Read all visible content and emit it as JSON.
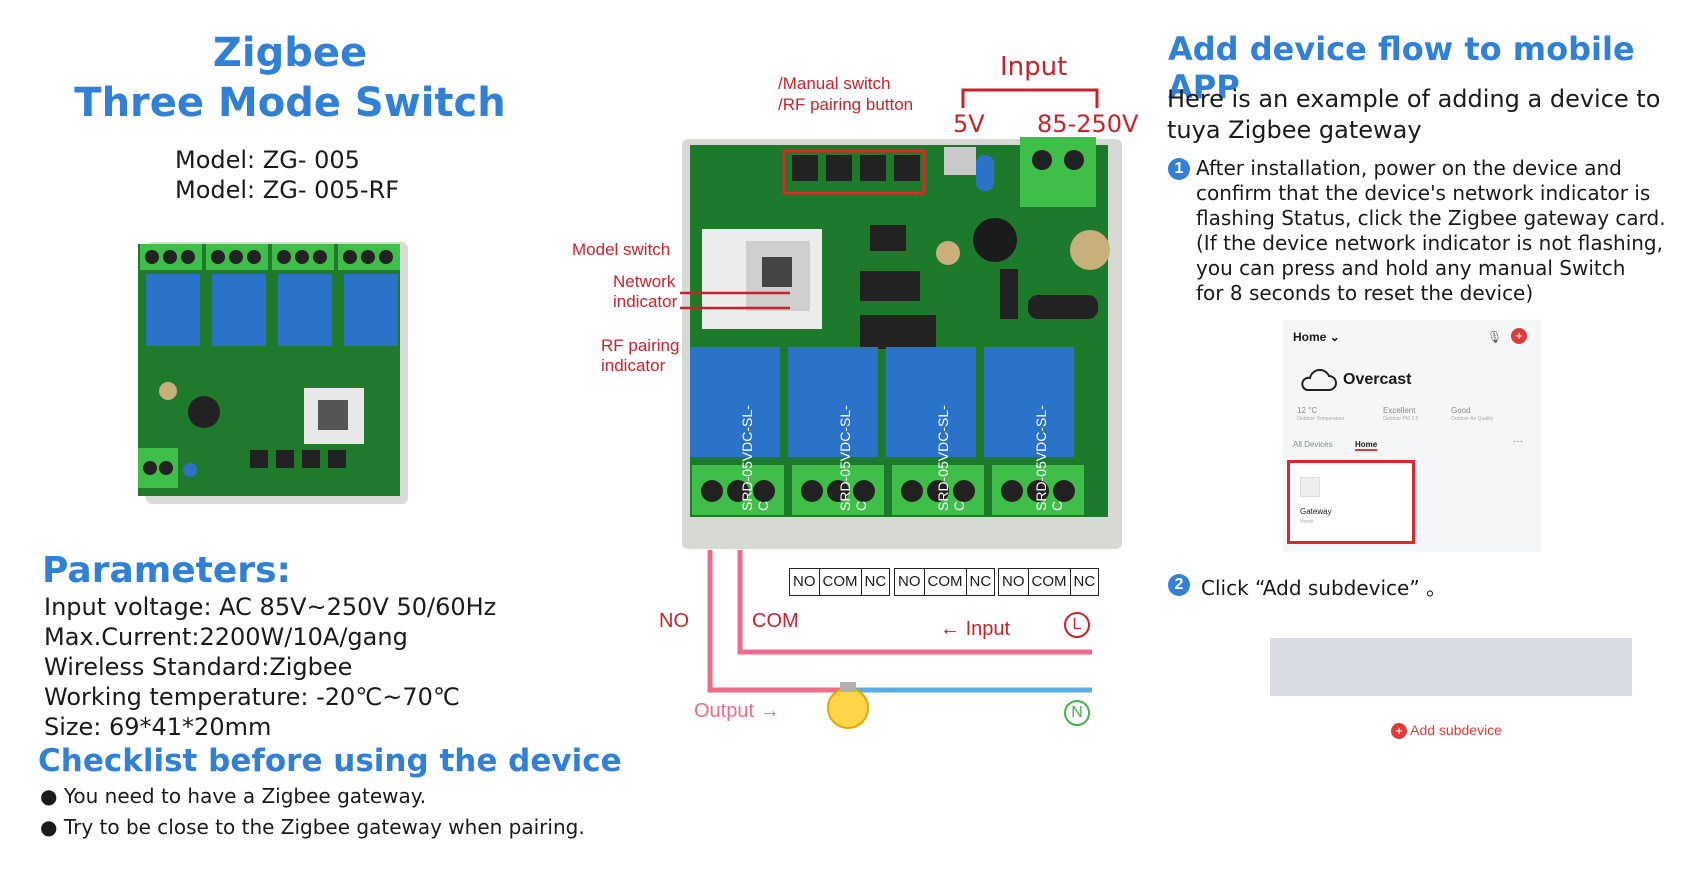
{
  "left": {
    "title_line1": "Zigbee",
    "title_line2": "Three Mode Switch",
    "models": [
      "Model:  ZG- 005",
      "Model:  ZG- 005-RF"
    ],
    "parameters_title": "Parameters:",
    "parameters": [
      "Input voltage:  AC 85V~250V  50/60Hz",
      "Max.Current:2200W/10A/gang",
      "Wireless Standard:Zigbee",
      "Working temperature: -20℃~70℃",
      "Size: 69*41*20mm"
    ],
    "checklist_title": "Checklist before using the device",
    "checklist": [
      "You need to have a Zigbee gateway.",
      "Try to be close to the Zigbee gateway when pairing."
    ]
  },
  "middle": {
    "input_label": "Input",
    "v5_label": "5V",
    "v85_label": "85-250V",
    "manual_switch_label_1": "/Manual switch",
    "manual_switch_label_2": "/RF pairing button",
    "model_switch_label": "Model switch",
    "network_label_1": "Network",
    "network_label_2": "indicator",
    "rf_label_1": "RF pairing",
    "rf_label_2": "indicator",
    "terminals": [
      "NO",
      "COM",
      "NC"
    ],
    "no_label": "NO",
    "com_label": "COM",
    "input_arrow_label": "Input",
    "output_label": "Output",
    "l_label": "L",
    "n_label": "N",
    "relay_text": "SRD-05VDC-SL-C"
  },
  "right": {
    "title": "Add device flow to mobile APP",
    "intro_line1": "Here is an example of adding a device to",
    "intro_line2": "tuya Zigbee gateway",
    "step1_num": "1",
    "step1_lines": [
      "After installation, power on the device and",
      "confirm that the device's network indicator is",
      "flashing Status, click the Zigbee gateway card.",
      "(If the device network indicator is not flashing,",
      "you can press and hold any manual Switch",
      "for 8 seconds to reset the device)"
    ],
    "phone": {
      "home": "Home",
      "weather": "Overcast",
      "temp": "12 °C",
      "temp_sub": "Outdoor Temperature",
      "pm": "Excellent",
      "pm_sub": "Outdoor PM 2.5",
      "air": "Good",
      "air_sub": "Outdoor Air Quality",
      "tab_all": "All Devices",
      "tab_home": "Home",
      "more": "···",
      "gateway": "Gateway",
      "gateway_sub": "Home"
    },
    "step2_num": "2",
    "step2_text": "Click  “Add subdevice” 。",
    "add_subdevice": "Add subdevice"
  },
  "colors": {
    "title_blue": "#2f80d6",
    "label_red": "#c8232b",
    "board_green": "#1d7a2a",
    "relay_blue": "#2a73c9",
    "wire_pink": "#ef6b8a",
    "wire_blue": "#5aaee6",
    "n_green": "#3fb54a"
  }
}
